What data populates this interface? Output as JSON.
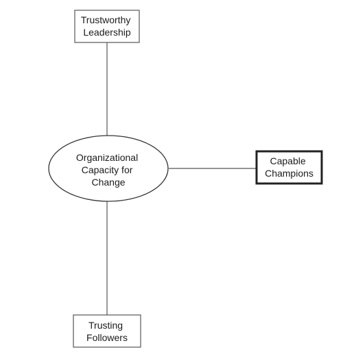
{
  "nodes": {
    "top": {
      "lines": [
        "Trustworthy",
        "Leadership"
      ]
    },
    "center": {
      "lines": [
        "Organizational",
        "Capacity for",
        "Change"
      ]
    },
    "right": {
      "lines": [
        "Capable",
        "Champions"
      ]
    },
    "bottom": {
      "lines": [
        "Trusting",
        "Followers"
      ]
    }
  },
  "colors": {
    "stroke": "#555555",
    "text": "#1a1a1a",
    "background": "#ffffff"
  }
}
